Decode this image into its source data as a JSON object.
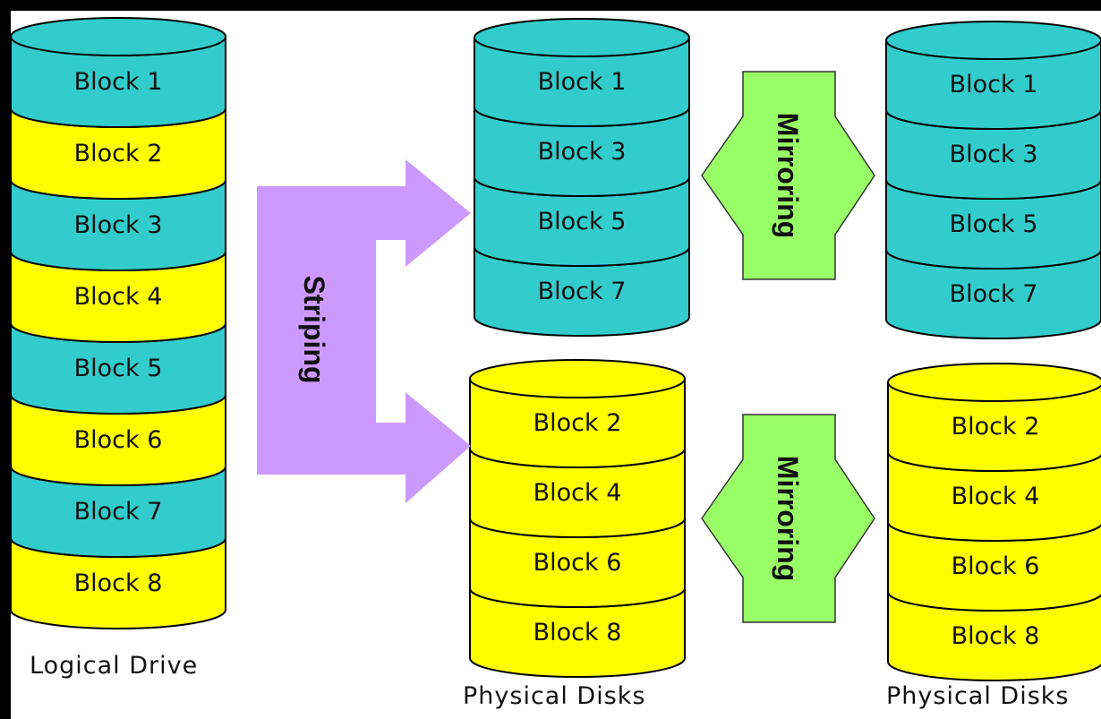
{
  "colors": {
    "teal": "#33cccc",
    "yellow": "#ffff00",
    "striping_arrow": "#cc99ff",
    "mirroring_arrow": "#99ff66",
    "outline": "#000000"
  },
  "logical_drive": {
    "caption": "Logical Drive",
    "blocks": [
      {
        "label": "Block 1",
        "color": "teal"
      },
      {
        "label": "Block 2",
        "color": "yellow"
      },
      {
        "label": "Block 3",
        "color": "teal"
      },
      {
        "label": "Block 4",
        "color": "yellow"
      },
      {
        "label": "Block 5",
        "color": "teal"
      },
      {
        "label": "Block 6",
        "color": "yellow"
      },
      {
        "label": "Block 7",
        "color": "teal"
      },
      {
        "label": "Block 8",
        "color": "yellow"
      }
    ]
  },
  "striping": {
    "label": "Striping"
  },
  "mirroring": [
    {
      "label": "Mirroring"
    },
    {
      "label": "Mirroring"
    }
  ],
  "physical_disks": [
    {
      "blocks": [
        "Block 1",
        "Block 3",
        "Block 5",
        "Block 7"
      ],
      "color": "teal"
    },
    {
      "blocks": [
        "Block 1",
        "Block 3",
        "Block 5",
        "Block 7"
      ],
      "color": "teal"
    },
    {
      "blocks": [
        "Block 2",
        "Block 4",
        "Block 6",
        "Block 8"
      ],
      "color": "yellow",
      "caption": "Physical Disks"
    },
    {
      "blocks": [
        "Block 2",
        "Block 4",
        "Block 6",
        "Block 8"
      ],
      "color": "yellow",
      "caption": "Physical Disks"
    }
  ]
}
